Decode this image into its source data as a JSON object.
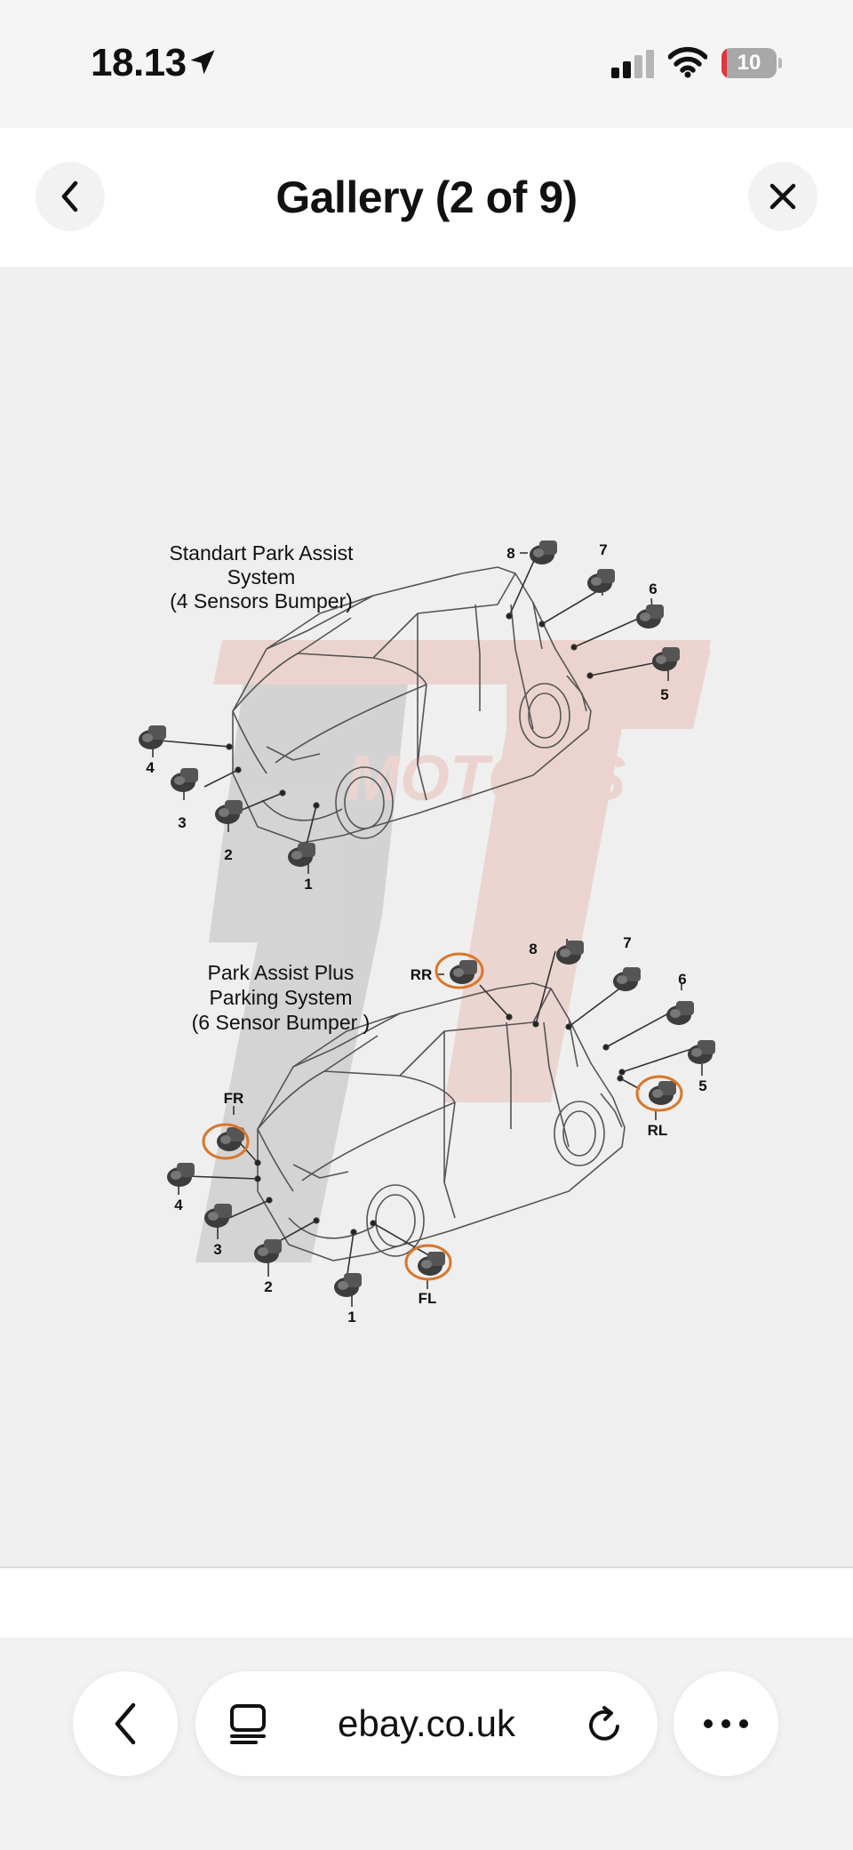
{
  "status_bar": {
    "time": "18.13",
    "battery": "10",
    "battery_level": 0.1
  },
  "header": {
    "title": "Gallery (2 of 9)"
  },
  "diagram": {
    "title1": [
      "Standart Park Assist",
      "System",
      "(4 Sensors Bumper)"
    ],
    "title2": [
      "Park Assist Plus",
      "Parking System",
      "(6 Sensor Bumper )"
    ],
    "labels": {
      "n1": "1",
      "n2": "2",
      "n3": "3",
      "n4": "4",
      "n5": "5",
      "n6": "6",
      "n7": "7",
      "n8": "8",
      "fr": "FR",
      "fl": "FL",
      "rr": "RR",
      "rl": "RL"
    },
    "watermark": "MOTORS",
    "colors": {
      "highlight": "#d9762b",
      "sensor": "#3c3c3c",
      "line": "#555555",
      "watermark_red": "#d43a1c",
      "watermark_dark": "#333333"
    }
  },
  "browser": {
    "url": "ebay.co.uk"
  },
  "icons": {
    "location": "location-arrow-icon",
    "signal": "cellular-signal-icon",
    "wifi": "wifi-icon",
    "back": "chevron-left-icon",
    "close": "close-icon",
    "tabs": "tabs-icon",
    "reload": "reload-icon",
    "more": "more-icon"
  }
}
